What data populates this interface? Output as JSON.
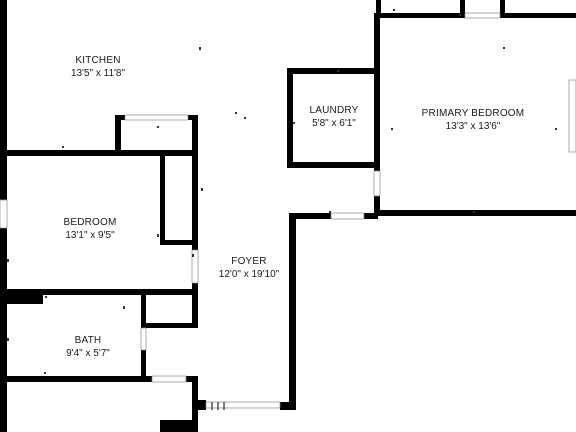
{
  "rooms": {
    "kitchen": {
      "name": "KITCHEN",
      "dims": "13'5\" x 11'8\""
    },
    "laundry": {
      "name": "LAUNDRY",
      "dims": "5'8\" x 6'1\""
    },
    "primary_bedroom": {
      "name": "PRIMARY BEDROOM",
      "dims": "13'3\" x 13'6\""
    },
    "bedroom": {
      "name": "BEDROOM",
      "dims": "13'1\" x 9'5\""
    },
    "foyer": {
      "name": "FOYER",
      "dims": "12'0\" x 19'10\""
    },
    "bath": {
      "name": "BATH",
      "dims": "9'4\" x 5'7\""
    }
  },
  "colors": {
    "wall": "#000000",
    "background": "#ffffff",
    "text": "#1a1a1a"
  }
}
